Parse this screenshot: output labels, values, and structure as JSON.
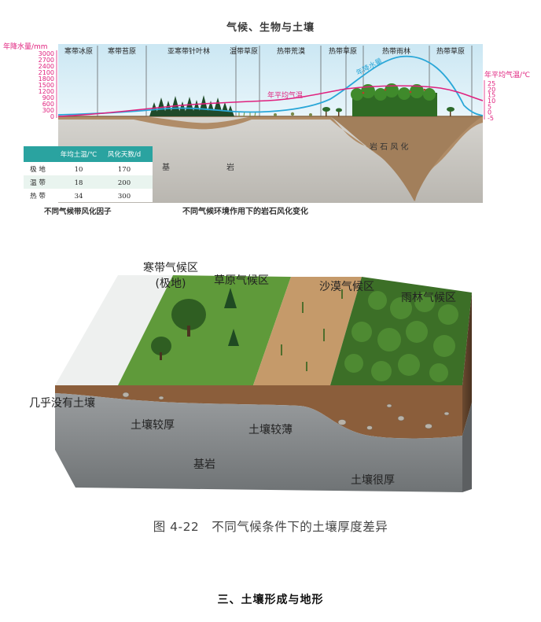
{
  "figure1": {
    "title": "气候、生物与土壤",
    "y_left_label": "年降水量/mm",
    "y_left_ticks": [
      "3000",
      "2700",
      "2400",
      "2100",
      "1800",
      "1500",
      "1200",
      "900",
      "600",
      "300",
      "0"
    ],
    "y_right_label": "年平均气温/℃",
    "y_right_ticks": [
      "25",
      "20",
      "15",
      "10",
      "5",
      "0",
      "-5"
    ],
    "zones": [
      "寒带冰原",
      "寒带苔原",
      "亚寒带针叶林",
      "温带草原",
      "热带荒漠",
      "热带草原",
      "热带雨林",
      "热带草原"
    ],
    "precip_label": "年降水量",
    "temp_label": "年平均气温",
    "weathering_label": "岩 石 风 化",
    "bedrock_label_a": "基",
    "bedrock_label_b": "岩",
    "table": {
      "headers": [
        "",
        "年均土温/℃",
        "风化天数/d"
      ],
      "rows": [
        [
          "极 地",
          "10",
          "170"
        ],
        [
          "温 带",
          "18",
          "200"
        ],
        [
          "热 带",
          "34",
          "300"
        ]
      ],
      "caption": "不同气候带风化因子"
    },
    "caption": "不同气候环境作用下的岩石风化变化",
    "colors": {
      "precip": "#2aa7d8",
      "temp": "#e0217e",
      "sky": "#d8eef6",
      "soil": "#b08c67",
      "rock": "#c9c7c2",
      "table_header": "#2aa3a0"
    }
  },
  "figure2": {
    "labels": {
      "cold_zone_line1": "寒带气候区",
      "cold_zone_line2": "(极地)",
      "grassland_zone": "草原气候区",
      "desert_zone": "沙漠气候区",
      "rainforest_zone": "雨林气候区",
      "no_soil": "几乎没有土壤",
      "thick_soil": "土壤较厚",
      "thin_soil": "土壤较薄",
      "bedrock": "基岩",
      "very_thick_soil": "土壤很厚"
    },
    "caption": "图 4-22　不同气候条件下的土壤厚度差异"
  },
  "section_heading": "三、土壤形成与地形"
}
